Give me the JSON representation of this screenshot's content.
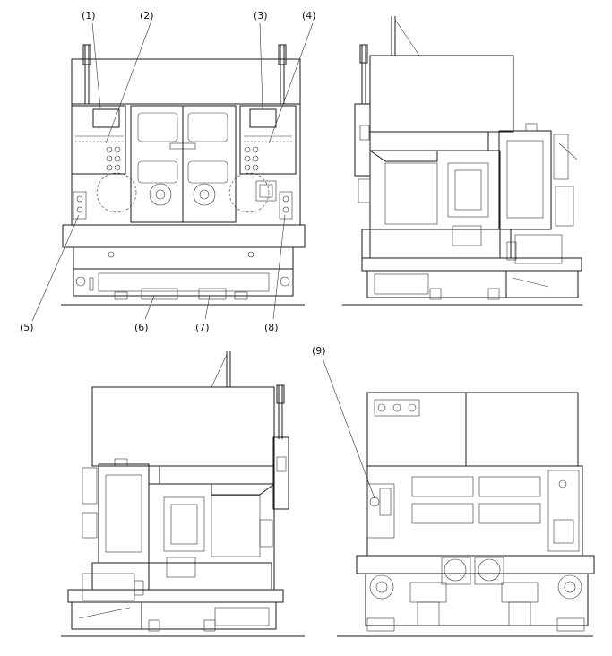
{
  "labels": {
    "l1": "(1)",
    "l2": "(2)",
    "l3": "(3)",
    "l4": "(4)",
    "l5": "(5)",
    "l6": "(6)",
    "l7": "(7)",
    "l8": "(8)",
    "l9": "(9)"
  }
}
